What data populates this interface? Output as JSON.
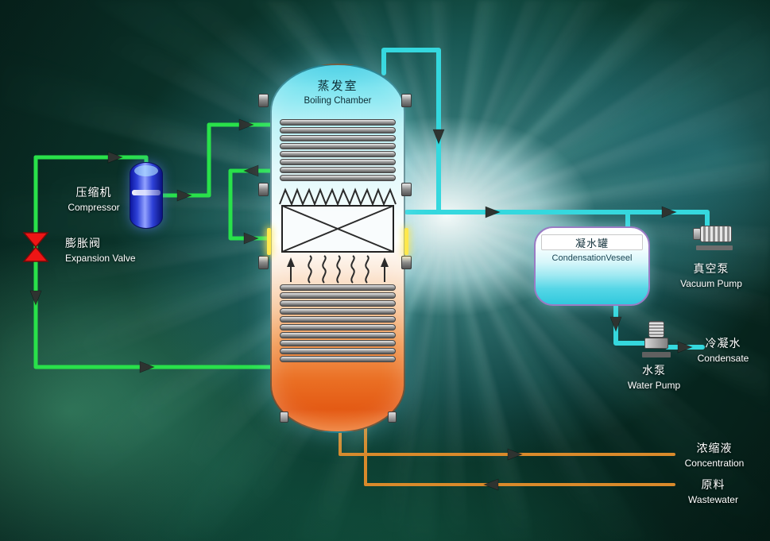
{
  "diagram": {
    "boiling_chamber": {
      "label_zh": "蒸发室",
      "label_en": "Boiling Chamber"
    },
    "compressor": {
      "label_zh": "压缩机",
      "label_en": "Compressor"
    },
    "expansion_valve": {
      "label_zh": "膨胀阀",
      "label_en": "Expansion Valve"
    },
    "condensation_vessel": {
      "label_zh": "凝水罐",
      "label_en": "CondensationVeseel"
    },
    "vacuum_pump": {
      "label_zh": "真空泵",
      "label_en": "Vacuum Pump"
    },
    "water_pump": {
      "label_zh": "水泵",
      "label_en": "Water Pump"
    },
    "condensate": {
      "label_zh": "冷凝水",
      "label_en": "Condensate"
    },
    "concentration": {
      "label_zh": "浓缩液",
      "label_en": "Concentration"
    },
    "wastewater": {
      "label_zh": "原料",
      "label_en": "Wastewater"
    },
    "colors": {
      "pipe_green": "#29e14a",
      "pipe_cyan": "#35d8de",
      "pipe_orange": "#d98a2b",
      "valve_red": "#ee1515",
      "arrow_dark": "#2e3330"
    }
  }
}
